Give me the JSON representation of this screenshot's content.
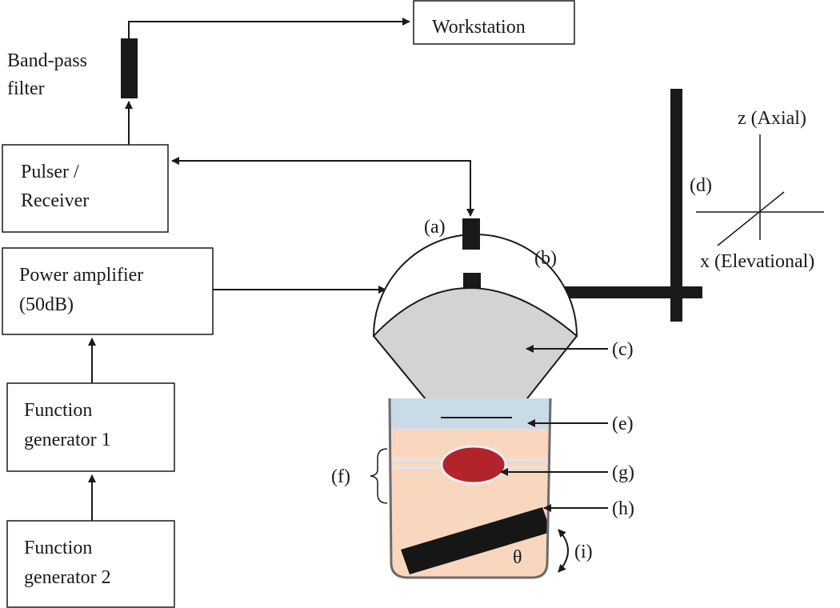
{
  "boxes": {
    "workstation": "Workstation",
    "pulser_line1": "Pulser /",
    "pulser_line2": "Receiver",
    "amp_line1": "Power amplifier",
    "amp_line2": "(50dB)",
    "fg1_line1": "Function",
    "fg1_line2": "generator 1",
    "fg2_line1": "Function",
    "fg2_line2": "generator 2"
  },
  "filter": {
    "line1": "Band-pass",
    "line2": "filter"
  },
  "axes": {
    "z": "z (Axial)",
    "x": "x (Elevational)"
  },
  "labels": {
    "a": "(a)",
    "b": "(b)",
    "c": "(c)",
    "d": "(d)",
    "e": "(e)",
    "f": "(f)",
    "g": "(g)",
    "h": "(h)",
    "i": "(i)",
    "theta": "θ"
  },
  "colors": {
    "line": "#1a1a1a",
    "transducer_gray": "#d3d3d3",
    "water": "#c9dbe6",
    "phantom": "#f9d7be",
    "target": "#b3242a",
    "container": "#6b6b6b",
    "absorber": "#161616"
  }
}
